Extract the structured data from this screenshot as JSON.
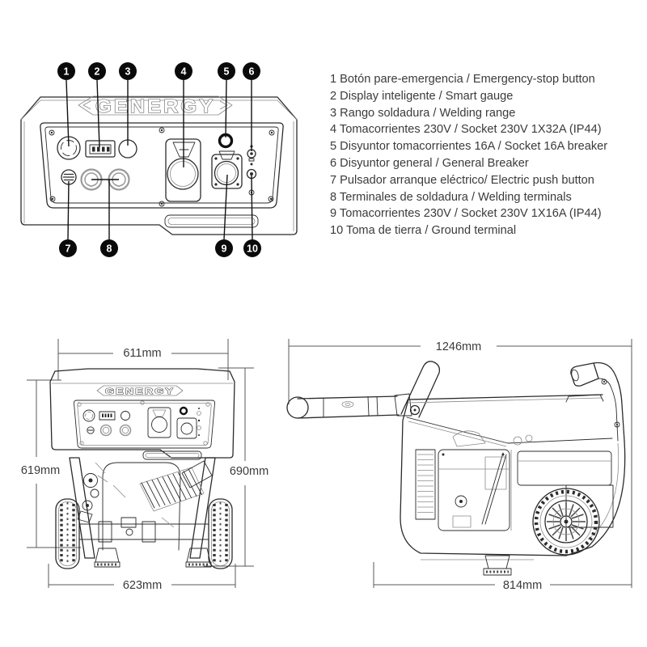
{
  "brand_logo": "GENERGY",
  "panel_diagram": {
    "callouts": [
      "1",
      "2",
      "3",
      "4",
      "5",
      "6",
      "7",
      "8",
      "9",
      "10"
    ]
  },
  "legend": {
    "items": [
      "1 Botón pare-emergencia / Emergency-stop button",
      "2 Display inteligente / Smart gauge",
      "3 Rango soldadura / Welding range",
      "4 Tomacorrientes 230V / Socket 230V 1X32A (IP44)",
      "5 Disyuntor tomacorrientes 16A / Socket 16A breaker",
      "6 Disyuntor general / General Breaker",
      "7 Pulsador arranque eléctrico/ Electric push button",
      "8 Terminales de soldadura / Welding terminals",
      "9 Tomacorrientes 230V / Socket 230V 1X16A (IP44)",
      "10 Toma de tierra / Ground terminal"
    ]
  },
  "dimensions": {
    "front_view": {
      "width_top": "611mm",
      "height_left": "619mm",
      "height_right": "690mm",
      "width_bottom": "623mm"
    },
    "side_view": {
      "length_total": "1246mm",
      "length_base": "814mm"
    }
  },
  "colors": {
    "background": "#ffffff",
    "line": "#2b2b2b",
    "text": "#3b3b3b",
    "callout_bg": "#0a0a0a",
    "callout_text": "#ffffff"
  }
}
